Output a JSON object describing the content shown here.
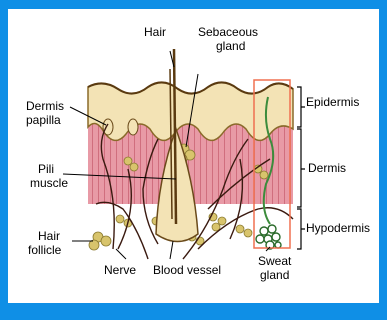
{
  "labels": {
    "hair": "Hair",
    "sebaceous_gland": [
      "Sebaceous",
      "gland"
    ],
    "dermis_papilla": [
      "Dermis",
      "papilla"
    ],
    "pili_muscle": [
      "Pili",
      "muscle"
    ],
    "hair_follicle": [
      "Hair",
      "follicle"
    ],
    "nerve": "Nerve",
    "blood_vessel": "Blood vessel",
    "sweat_gland": [
      "Sweat",
      "gland"
    ],
    "epidermis": "Epidermis",
    "dermis": "Dermis",
    "hypodermis": "Hypodermis"
  },
  "colors": {
    "frame": "#0f8fe6",
    "dermis_tissue": "#e89aa6",
    "epidermis": "#f3e3b5",
    "hypodermis_fat": "#d8c46c",
    "highlight_box": "#f07050",
    "sweat_duct": "#3c8c3c"
  }
}
